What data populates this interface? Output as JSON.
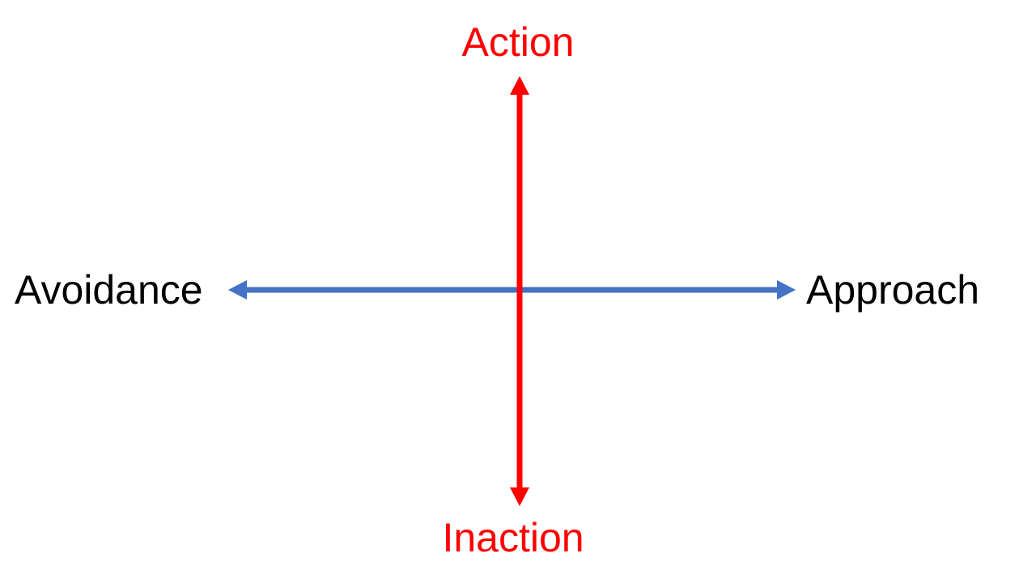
{
  "labels": {
    "top": "Action",
    "bottom": "Inaction",
    "left": "Avoidance",
    "right": "Approach"
  },
  "colors": {
    "vertical_axis": "#ff0000",
    "horizontal_axis": "#4472c4",
    "vertical_labels": "#ff0000",
    "horizontal_labels": "#000000",
    "background": "#ffffff"
  }
}
